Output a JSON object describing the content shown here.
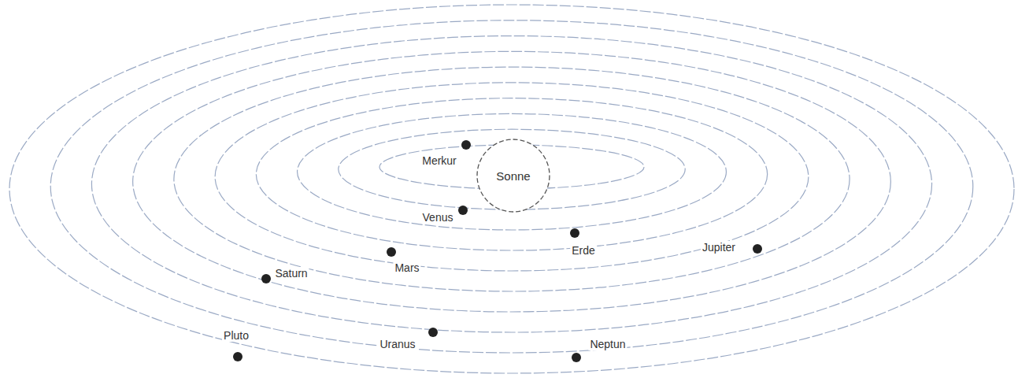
{
  "diagram": {
    "nodes": [
      {
        "text": [
          "Sonne"
        ]
      }
    ],
    "labels": [
      "Merkur",
      "Venus",
      "Erde",
      "Jupiter",
      "Mars",
      "Saturn",
      "Pluto",
      "Uranus",
      "Neptun"
    ]
  }
}
